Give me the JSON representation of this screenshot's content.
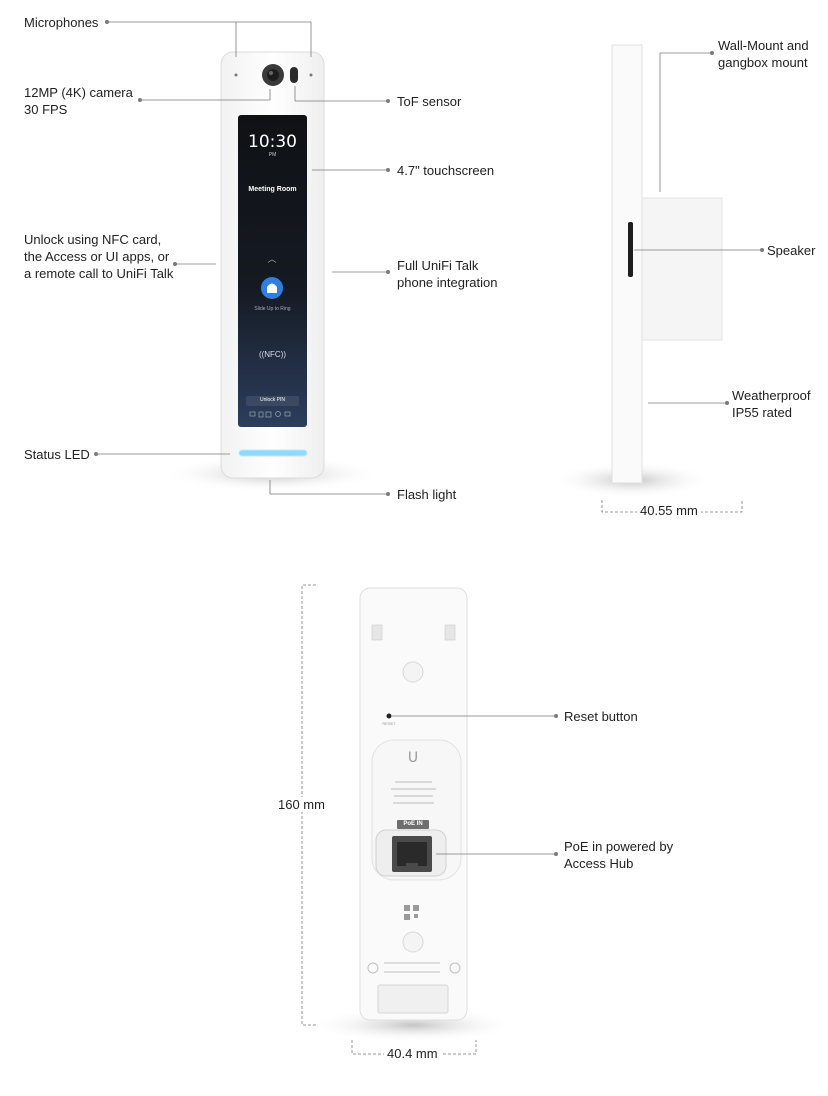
{
  "callouts": {
    "microphones": "Microphones",
    "camera": "12MP (4K) camera\n30 FPS",
    "tof_sensor": "ToF sensor",
    "touchscreen": "4.7\" touchscreen",
    "unlock": "Unlock using NFC card, the Access or UI apps, or a remote call to UniFi Talk",
    "talk_integration": "Full UniFi Talk phone integration",
    "status_led": "Status LED",
    "flash_light": "Flash light",
    "wall_mount": "Wall-Mount and gangbox mount",
    "speaker": "Speaker",
    "weatherproof": "Weatherproof IP55 rated",
    "reset_button": "Reset button",
    "poe": "PoE in powered by Access Hub"
  },
  "dimensions": {
    "depth": "40.55 mm",
    "height": "160 mm",
    "width": "40.4 mm"
  },
  "screen": {
    "time": "10:30",
    "ampm": "PM",
    "room": "Meeting Room",
    "slide_hint": "Slide Up to Ring",
    "nfc": "((NFC))",
    "unlock_pin": "Unlock PIN"
  },
  "back_panel": {
    "reset_mark": "RESET",
    "poe_tag": "PoE IN"
  },
  "colors": {
    "led": "#8fd8ff",
    "ring_button": "#2f7fe0",
    "screen_top": "#0f1115",
    "screen_bottom": "#2c3e5e"
  }
}
